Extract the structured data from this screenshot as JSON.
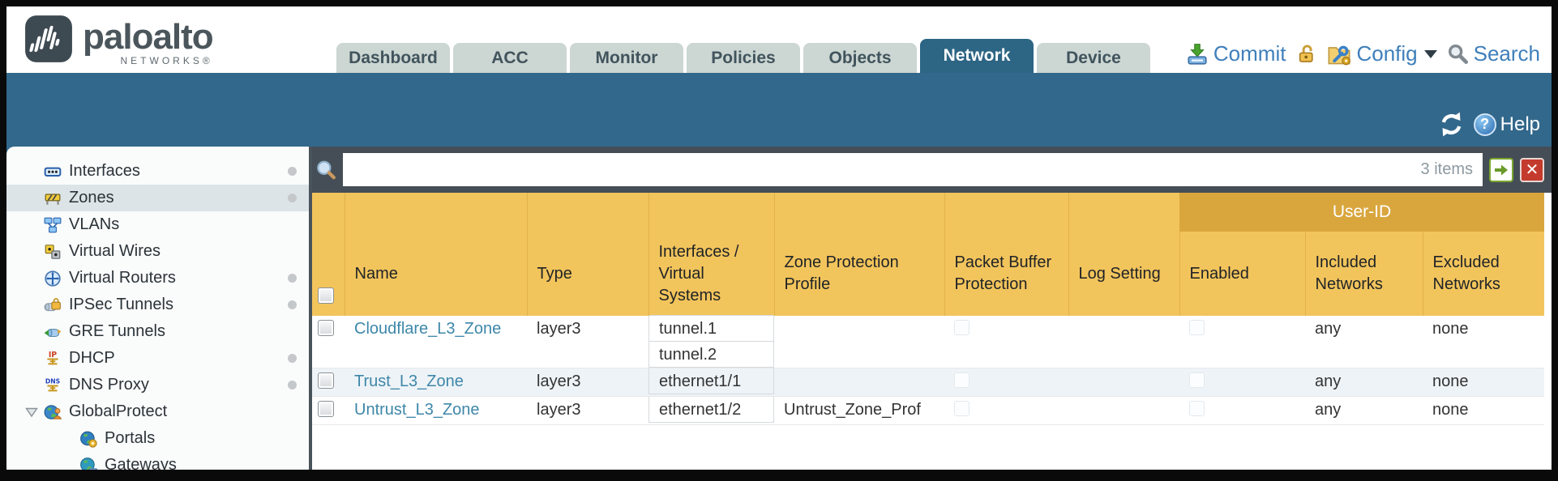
{
  "header": {
    "logo": {
      "brand": "paloalto",
      "sub": "NETWORKS®"
    },
    "tabs": [
      {
        "label": "Dashboard",
        "active": false
      },
      {
        "label": "ACC",
        "active": false
      },
      {
        "label": "Monitor",
        "active": false
      },
      {
        "label": "Policies",
        "active": false
      },
      {
        "label": "Objects",
        "active": false
      },
      {
        "label": "Network",
        "active": true
      },
      {
        "label": "Device",
        "active": false
      }
    ],
    "actions": {
      "commit_label": "Commit",
      "config_label": "Config",
      "search_label": "Search"
    }
  },
  "toolbar": {
    "help_label": "Help"
  },
  "sidebar": {
    "items": [
      {
        "id": "interfaces",
        "label": "Interfaces",
        "icon": "interfaces-icon",
        "dot": true,
        "selected": false,
        "child": false,
        "expander": false
      },
      {
        "id": "zones",
        "label": "Zones",
        "icon": "zones-icon",
        "dot": true,
        "selected": true,
        "child": false,
        "expander": false
      },
      {
        "id": "vlans",
        "label": "VLANs",
        "icon": "vlans-icon",
        "dot": false,
        "selected": false,
        "child": false,
        "expander": false
      },
      {
        "id": "virtual-wires",
        "label": "Virtual Wires",
        "icon": "virtual-wires-icon",
        "dot": false,
        "selected": false,
        "child": false,
        "expander": false
      },
      {
        "id": "virtual-routers",
        "label": "Virtual Routers",
        "icon": "virtual-routers-icon",
        "dot": true,
        "selected": false,
        "child": false,
        "expander": false
      },
      {
        "id": "ipsec-tunnels",
        "label": "IPSec Tunnels",
        "icon": "ipsec-tunnels-icon",
        "dot": true,
        "selected": false,
        "child": false,
        "expander": false
      },
      {
        "id": "gre-tunnels",
        "label": "GRE Tunnels",
        "icon": "gre-tunnels-icon",
        "dot": false,
        "selected": false,
        "child": false,
        "expander": false
      },
      {
        "id": "dhcp",
        "label": "DHCP",
        "icon": "dhcp-icon",
        "dot": true,
        "selected": false,
        "child": false,
        "expander": false
      },
      {
        "id": "dns-proxy",
        "label": "DNS Proxy",
        "icon": "dns-proxy-icon",
        "dot": true,
        "selected": false,
        "child": false,
        "expander": false
      },
      {
        "id": "globalprotect",
        "label": "GlobalProtect",
        "icon": "globalprotect-icon",
        "dot": false,
        "selected": false,
        "child": false,
        "expander": true
      },
      {
        "id": "portals",
        "label": "Portals",
        "icon": "portals-icon",
        "dot": false,
        "selected": false,
        "child": true,
        "expander": false
      },
      {
        "id": "gateways",
        "label": "Gateways",
        "icon": "gateways-icon",
        "dot": false,
        "selected": false,
        "child": true,
        "expander": false
      }
    ]
  },
  "filter": {
    "value": "",
    "items_count": "3 items"
  },
  "table": {
    "group_header": "User-ID",
    "columns": [
      {
        "id": "select",
        "label": ""
      },
      {
        "id": "name",
        "label": "Name"
      },
      {
        "id": "type",
        "label": "Type"
      },
      {
        "id": "interfaces",
        "label": "Interfaces / Virtual Systems"
      },
      {
        "id": "zone-protection-profile",
        "label": "Zone Protection Profile"
      },
      {
        "id": "packet-buffer-protection",
        "label": "Packet Buffer Protection"
      },
      {
        "id": "log-setting",
        "label": "Log Setting"
      },
      {
        "id": "enabled",
        "label": "Enabled"
      },
      {
        "id": "included-networks",
        "label": "Included Networks"
      },
      {
        "id": "excluded-networks",
        "label": "Excluded Networks"
      }
    ],
    "rows": [
      {
        "name": "Cloudflare_L3_Zone",
        "type": "layer3",
        "interfaces": [
          "tunnel.1",
          "tunnel.2"
        ],
        "zone_protection_profile": "",
        "log_setting": "",
        "included_networks": "any",
        "excluded_networks": "none"
      },
      {
        "name": "Trust_L3_Zone",
        "type": "layer3",
        "interfaces": [
          "ethernet1/1"
        ],
        "zone_protection_profile": "",
        "log_setting": "",
        "included_networks": "any",
        "excluded_networks": "none"
      },
      {
        "name": "Untrust_L3_Zone",
        "type": "layer3",
        "interfaces": [
          "ethernet1/2"
        ],
        "zone_protection_profile": "Untrust_Zone_Prof",
        "log_setting": "",
        "included_networks": "any",
        "excluded_networks": "none"
      }
    ]
  },
  "colors": {
    "teal_band": "#32688b",
    "active_tab": "#2d6584",
    "inactive_tab": "#ccd6d2",
    "table_header": "#f2c45c",
    "group_band": "#d9a63e",
    "filter_bar": "#454e56",
    "link": "#3d87a9",
    "action_text": "#3f7fba",
    "row_alt": "#eef3f7"
  }
}
